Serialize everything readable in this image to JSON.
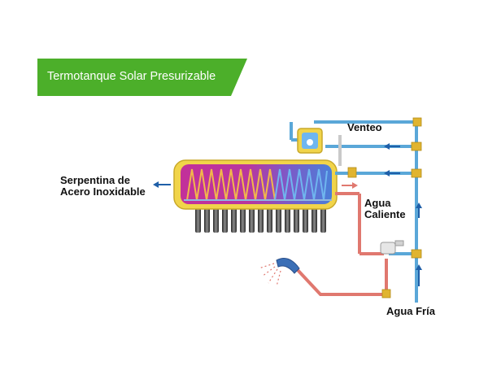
{
  "banner": {
    "title": "Termotanque Solar Presurizable",
    "color": "#4caf2a"
  },
  "labels": {
    "venteo": "Venteo",
    "serpentina_line1": "Serpentina de",
    "serpentina_line2": "Acero Inoxidable",
    "agua_caliente_line1": "Agua",
    "agua_caliente_line2": "Caliente",
    "agua_fria": "Agua Fría"
  },
  "colors": {
    "cold_pipe": "#5aa7d8",
    "hot_pipe": "#e0786f",
    "tank_shell": "#f1d44a",
    "arrow": "#1f5fa8",
    "fittings": "#e0b430"
  }
}
